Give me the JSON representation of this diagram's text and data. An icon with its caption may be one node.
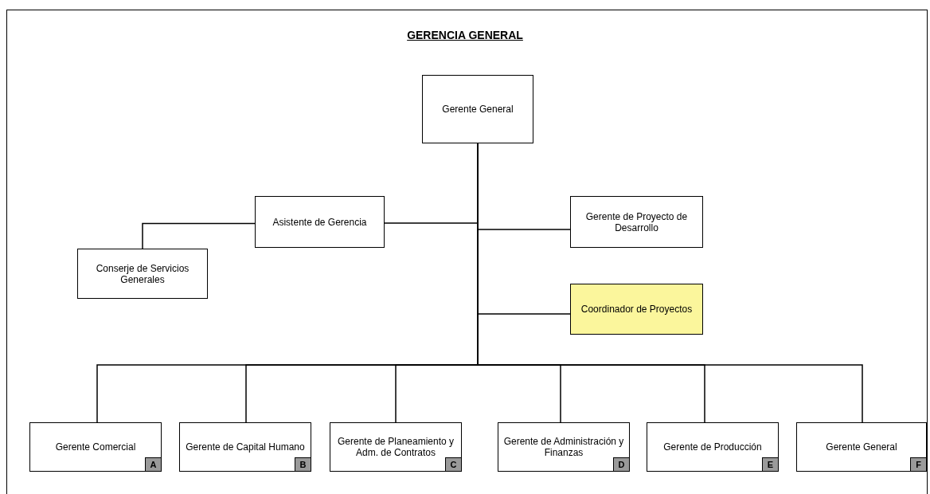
{
  "diagram": {
    "title": "GERENCIA GENERAL",
    "nodes": [
      {
        "text": [
          "Gerente General"
        ]
      },
      {
        "text": [
          "Asistente de Gerencia"
        ]
      },
      {
        "text": [
          "Gerente de Proyecto de Desarrollo"
        ]
      },
      {
        "text": [
          "Conserje de Servicios Generales"
        ]
      },
      {
        "text": [
          "Coordinador de Proyectos"
        ]
      },
      {
        "text": [
          "Gerente Comercial",
          "A"
        ]
      },
      {
        "text": [
          "Gerente de Capital Humano",
          "B"
        ]
      },
      {
        "text": [
          "Gerente de Planeamiento y Adm. de Contratos",
          "C"
        ]
      },
      {
        "text": [
          "Gerente de Administración y Finanzas",
          "D"
        ]
      },
      {
        "text": [
          "Gerente de Producción",
          "E"
        ]
      },
      {
        "text": [
          "Gerente General",
          "F"
        ]
      }
    ],
    "edges": [
      {
        "from": 0,
        "to": 1,
        "arrow": "none"
      },
      {
        "from": 0,
        "to": 2,
        "arrow": "none"
      },
      {
        "from": 1,
        "to": 3,
        "arrow": "none"
      },
      {
        "from": 0,
        "to": 4,
        "arrow": "none"
      },
      {
        "from": 0,
        "to": 5,
        "arrow": "none"
      },
      {
        "from": 0,
        "to": 6,
        "arrow": "none"
      },
      {
        "from": 0,
        "to": 7,
        "arrow": "none"
      },
      {
        "from": 0,
        "to": 8,
        "arrow": "none"
      },
      {
        "from": 0,
        "to": 9,
        "arrow": "none"
      },
      {
        "from": 0,
        "to": 10,
        "arrow": "none"
      }
    ]
  }
}
